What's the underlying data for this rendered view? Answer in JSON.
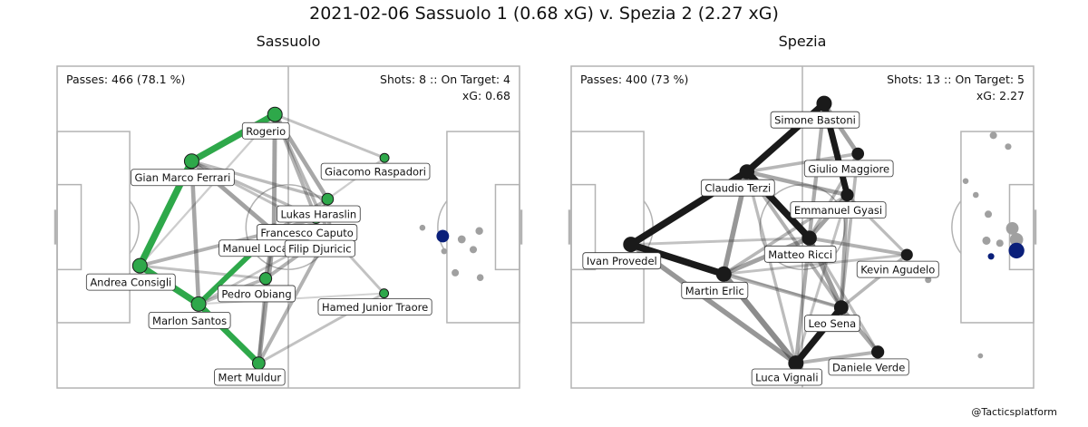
{
  "title": "2021-02-06 Sassuolo 1 (0.68 xG) v. Spezia 2 (2.27 xG)",
  "credit": "@Tacticsplatform",
  "chart_data": [
    {
      "type": "network",
      "team": "Sassuolo",
      "color": "#2ea84a",
      "passes_text": "Passes: 466 (78.1 %)",
      "shots_text": "Shots: 8 :: On Target: 4",
      "xg_text": "xG: 0.68",
      "players": [
        {
          "name": "Rogerio",
          "x": 47.1,
          "y": 85.0,
          "size": 1.0
        },
        {
          "name": "Giacomo Raspadori",
          "x": 70.8,
          "y": 71.5,
          "size": 0.45
        },
        {
          "name": "Gian Marco Ferrari",
          "x": 29.1,
          "y": 70.5,
          "size": 1.0
        },
        {
          "name": "Lukas Haraslin",
          "x": 58.5,
          "y": 58.7,
          "size": 0.7
        },
        {
          "name": "Francesco Caputo",
          "x": 56.0,
          "y": 52.9,
          "size": 0.7
        },
        {
          "name": "Manuel Locatelli",
          "x": 46.9,
          "y": 48.6,
          "size": 1.05
        },
        {
          "name": "Filip Djuricic",
          "x": 58.8,
          "y": 48.1,
          "size": 0.8
        },
        {
          "name": "Andrea Consigli",
          "x": 17.9,
          "y": 38.0,
          "size": 1.0
        },
        {
          "name": "Pedro Obiang",
          "x": 45.1,
          "y": 34.0,
          "size": 0.75
        },
        {
          "name": "Hamed Junior Traore",
          "x": 70.7,
          "y": 29.4,
          "size": 0.45
        },
        {
          "name": "Marlon Santos",
          "x": 30.6,
          "y": 26.1,
          "size": 1.0
        },
        {
          "name": "Mert Muldur",
          "x": 43.6,
          "y": 7.7,
          "size": 0.8
        }
      ],
      "links": [
        {
          "a": "Andrea Consigli",
          "b": "Gian Marco Ferrari",
          "w": 1.0,
          "strong": true
        },
        {
          "a": "Andrea Consigli",
          "b": "Marlon Santos",
          "w": 0.95,
          "strong": true
        },
        {
          "a": "Gian Marco Ferrari",
          "b": "Rogerio",
          "w": 0.95,
          "strong": true
        },
        {
          "a": "Marlon Santos",
          "b": "Mert Muldur",
          "w": 0.85,
          "strong": true
        },
        {
          "a": "Marlon Santos",
          "b": "Manuel Locatelli",
          "w": 0.75,
          "strong": true
        },
        {
          "a": "Gian Marco Ferrari",
          "b": "Marlon Santos",
          "w": 0.55
        },
        {
          "a": "Gian Marco Ferrari",
          "b": "Manuel Locatelli",
          "w": 0.6
        },
        {
          "a": "Gian Marco Ferrari",
          "b": "Francesco Caputo",
          "w": 0.35
        },
        {
          "a": "Gian Marco Ferrari",
          "b": "Lukas Haraslin",
          "w": 0.35
        },
        {
          "a": "Gian Marco Ferrari",
          "b": "Filip Djuricic",
          "w": 0.3
        },
        {
          "a": "Rogerio",
          "b": "Manuel Locatelli",
          "w": 0.6
        },
        {
          "a": "Rogerio",
          "b": "Lukas Haraslin",
          "w": 0.55
        },
        {
          "a": "Rogerio",
          "b": "Francesco Caputo",
          "w": 0.45
        },
        {
          "a": "Rogerio",
          "b": "Filip Djuricic",
          "w": 0.4
        },
        {
          "a": "Rogerio",
          "b": "Giacomo Raspadori",
          "w": 0.3
        },
        {
          "a": "Andrea Consigli",
          "b": "Manuel Locatelli",
          "w": 0.45
        },
        {
          "a": "Andrea Consigli",
          "b": "Pedro Obiang",
          "w": 0.3
        },
        {
          "a": "Manuel Locatelli",
          "b": "Pedro Obiang",
          "w": 0.55
        },
        {
          "a": "Manuel Locatelli",
          "b": "Filip Djuricic",
          "w": 0.5
        },
        {
          "a": "Manuel Locatelli",
          "b": "Francesco Caputo",
          "w": 0.45
        },
        {
          "a": "Manuel Locatelli",
          "b": "Mert Muldur",
          "w": 0.6
        },
        {
          "a": "Manuel Locatelli",
          "b": "Lukas Haraslin",
          "w": 0.4
        },
        {
          "a": "Pedro Obiang",
          "b": "Marlon Santos",
          "w": 0.4
        },
        {
          "a": "Pedro Obiang",
          "b": "Filip Djuricic",
          "w": 0.45
        },
        {
          "a": "Pedro Obiang",
          "b": "Mert Muldur",
          "w": 0.35
        },
        {
          "a": "Filip Djuricic",
          "b": "Mert Muldur",
          "w": 0.45
        },
        {
          "a": "Filip Djuricic",
          "b": "Hamed Junior Traore",
          "w": 0.3
        },
        {
          "a": "Filip Djuricic",
          "b": "Lukas Haraslin",
          "w": 0.35
        },
        {
          "a": "Francesco Caputo",
          "b": "Lukas Haraslin",
          "w": 0.3
        },
        {
          "a": "Mert Muldur",
          "b": "Hamed Junior Traore",
          "w": 0.3
        },
        {
          "a": "Marlon Santos",
          "b": "Hamed Junior Traore",
          "w": 0.15
        },
        {
          "a": "Marlon Santos",
          "b": "Filip Djuricic",
          "w": 0.25
        },
        {
          "a": "Giacomo Raspadori",
          "b": "Lukas Haraslin",
          "w": 0.2
        },
        {
          "a": "Andrea Consigli",
          "b": "Rogerio",
          "w": 0.2
        }
      ],
      "shots": [
        {
          "x": 91.5,
          "y": 34.3,
          "xg": 0.04,
          "goal": false
        },
        {
          "x": 86.1,
          "y": 35.8,
          "xg": 0.05,
          "goal": false
        },
        {
          "x": 90.0,
          "y": 43.0,
          "xg": 0.05,
          "goal": false
        },
        {
          "x": 87.5,
          "y": 46.2,
          "xg": 0.07,
          "goal": false
        },
        {
          "x": 91.3,
          "y": 48.8,
          "xg": 0.06,
          "goal": false
        },
        {
          "x": 79.0,
          "y": 49.8,
          "xg": 0.02,
          "goal": false
        },
        {
          "x": 83.7,
          "y": 42.5,
          "xg": 0.02,
          "goal": false
        },
        {
          "x": 83.4,
          "y": 47.2,
          "xg": 0.3,
          "goal": true
        }
      ]
    },
    {
      "type": "network",
      "team": "Spezia",
      "color": "#1a1a1a",
      "passes_text": "Passes: 400 (73 %)",
      "shots_text": "Shots: 13 :: On Target: 5",
      "xg_text": "xG: 2.27",
      "players": [
        {
          "name": "Simone Bastoni",
          "x": 54.7,
          "y": 88.4,
          "size": 1.0
        },
        {
          "name": "Giulio Maggiore",
          "x": 62.0,
          "y": 72.8,
          "size": 0.7
        },
        {
          "name": "Claudio Terzi",
          "x": 38.0,
          "y": 67.2,
          "size": 0.95
        },
        {
          "name": "Emmanuel Gyasi",
          "x": 59.7,
          "y": 60.0,
          "size": 0.75
        },
        {
          "name": "Matteo Ricci",
          "x": 51.5,
          "y": 46.6,
          "size": 0.95
        },
        {
          "name": "Ivan Provedel",
          "x": 12.9,
          "y": 44.6,
          "size": 1.0
        },
        {
          "name": "Kevin Agudelo",
          "x": 72.6,
          "y": 41.4,
          "size": 0.65
        },
        {
          "name": "Martin Erlic",
          "x": 33.0,
          "y": 35.4,
          "size": 1.0
        },
        {
          "name": "Leo Sena",
          "x": 58.4,
          "y": 25.0,
          "size": 0.9
        },
        {
          "name": "Daniele Verde",
          "x": 66.3,
          "y": 11.2,
          "size": 0.75
        },
        {
          "name": "Luca Vignali",
          "x": 48.6,
          "y": 7.7,
          "size": 1.0
        }
      ],
      "links": [
        {
          "a": "Ivan Provedel",
          "b": "Claudio Terzi",
          "w": 1.0,
          "strong": true
        },
        {
          "a": "Ivan Provedel",
          "b": "Martin Erlic",
          "w": 1.0,
          "strong": true
        },
        {
          "a": "Claudio Terzi",
          "b": "Matteo Ricci",
          "w": 1.0,
          "strong": true
        },
        {
          "a": "Simone Bastoni",
          "b": "Claudio Terzi",
          "w": 0.95,
          "strong": true
        },
        {
          "a": "Simone Bastoni",
          "b": "Emmanuel Gyasi",
          "w": 0.9,
          "strong": true
        },
        {
          "a": "Leo Sena",
          "b": "Luca Vignali",
          "w": 0.95,
          "strong": true
        },
        {
          "a": "Simone Bastoni",
          "b": "Giulio Maggiore",
          "w": 0.6
        },
        {
          "a": "Simone Bastoni",
          "b": "Matteo Ricci",
          "w": 0.5
        },
        {
          "a": "Claudio Terzi",
          "b": "Martin Erlic",
          "w": 0.7
        },
        {
          "a": "Claudio Terzi",
          "b": "Emmanuel Gyasi",
          "w": 0.55
        },
        {
          "a": "Claudio Terzi",
          "b": "Giulio Maggiore",
          "w": 0.4
        },
        {
          "a": "Claudio Terzi",
          "b": "Leo Sena",
          "w": 0.45
        },
        {
          "a": "Claudio Terzi",
          "b": "Luca Vignali",
          "w": 0.35
        },
        {
          "a": "Ivan Provedel",
          "b": "Luca Vignali",
          "w": 0.7
        },
        {
          "a": "Ivan Provedel",
          "b": "Matteo Ricci",
          "w": 0.3
        },
        {
          "a": "Martin Erlic",
          "b": "Luca Vignali",
          "w": 0.8
        },
        {
          "a": "Martin Erlic",
          "b": "Matteo Ricci",
          "w": 0.6
        },
        {
          "a": "Martin Erlic",
          "b": "Leo Sena",
          "w": 0.45
        },
        {
          "a": "Martin Erlic",
          "b": "Emmanuel Gyasi",
          "w": 0.4
        },
        {
          "a": "Martin Erlic",
          "b": "Kevin Agudelo",
          "w": 0.3
        },
        {
          "a": "Matteo Ricci",
          "b": "Emmanuel Gyasi",
          "w": 0.6
        },
        {
          "a": "Matteo Ricci",
          "b": "Leo Sena",
          "w": 0.65
        },
        {
          "a": "Matteo Ricci",
          "b": "Kevin Agudelo",
          "w": 0.45
        },
        {
          "a": "Matteo Ricci",
          "b": "Giulio Maggiore",
          "w": 0.4
        },
        {
          "a": "Matteo Ricci",
          "b": "Daniele Verde",
          "w": 0.35
        },
        {
          "a": "Emmanuel Gyasi",
          "b": "Leo Sena",
          "w": 0.5
        },
        {
          "a": "Emmanuel Gyasi",
          "b": "Kevin Agudelo",
          "w": 0.35
        },
        {
          "a": "Giulio Maggiore",
          "b": "Leo Sena",
          "w": 0.4
        },
        {
          "a": "Leo Sena",
          "b": "Daniele Verde",
          "w": 0.55
        },
        {
          "a": "Leo Sena",
          "b": "Kevin Agudelo",
          "w": 0.4
        },
        {
          "a": "Luca Vignali",
          "b": "Daniele Verde",
          "w": 0.45
        },
        {
          "a": "Luca Vignali",
          "b": "Matteo Ricci",
          "w": 0.5
        },
        {
          "a": "Luca Vignali",
          "b": "Emmanuel Gyasi",
          "w": 0.3
        },
        {
          "a": "Ivan Provedel",
          "b": "Leo Sena",
          "w": 0.2
        }
      ],
      "shots": [
        {
          "x": 91.3,
          "y": 78.5,
          "xg": 0.05,
          "goal": false
        },
        {
          "x": 94.5,
          "y": 75.0,
          "xg": 0.03,
          "goal": false
        },
        {
          "x": 85.3,
          "y": 64.3,
          "xg": 0.02,
          "goal": false
        },
        {
          "x": 87.5,
          "y": 60.0,
          "xg": 0.02,
          "goal": false
        },
        {
          "x": 90.2,
          "y": 54.0,
          "xg": 0.05,
          "goal": false
        },
        {
          "x": 89.8,
          "y": 45.8,
          "xg": 0.08,
          "goal": false
        },
        {
          "x": 95.4,
          "y": 49.6,
          "xg": 0.3,
          "goal": false
        },
        {
          "x": 96.3,
          "y": 46.1,
          "xg": 0.35,
          "goal": false
        },
        {
          "x": 92.7,
          "y": 45.0,
          "xg": 0.05,
          "goal": false
        },
        {
          "x": 90.8,
          "y": 40.9,
          "xg": 0.03,
          "goal": true
        },
        {
          "x": 96.3,
          "y": 42.7,
          "xg": 0.55,
          "goal": true
        },
        {
          "x": 77.2,
          "y": 33.6,
          "xg": 0.03,
          "goal": false
        },
        {
          "x": 88.5,
          "y": 10.0,
          "xg": 0.01,
          "goal": false
        }
      ]
    }
  ]
}
